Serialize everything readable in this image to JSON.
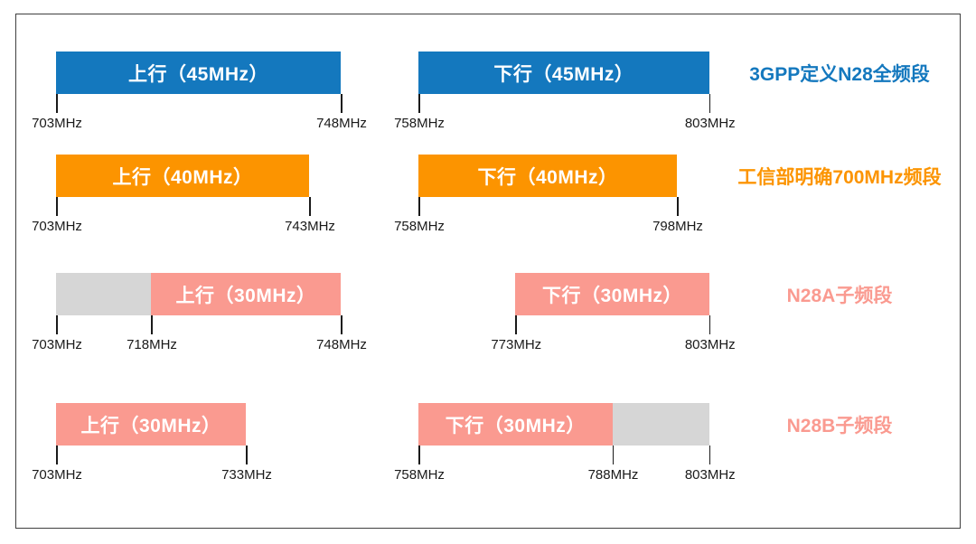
{
  "diagram": {
    "unit_suffix": "MHz",
    "colors": {
      "blue": "#1478BE",
      "orange": "#FC9400",
      "pink": "#FA9A90",
      "gray": "#D6D6D6",
      "tick": "#1A1A1A"
    },
    "rows": [
      {
        "category_label": "3GPP定义N28全频段",
        "category_color": "blue",
        "left": {
          "segments": [
            {
              "label": "上行（45MHz）",
              "from": 703,
              "to": 748,
              "color": "blue"
            }
          ],
          "ticks": [
            {
              "mhz": 703,
              "label": "703MHz"
            },
            {
              "mhz": 748,
              "label": "748MHz"
            }
          ]
        },
        "right": {
          "segments": [
            {
              "label": "下行（45MHz）",
              "from": 758,
              "to": 803,
              "color": "blue"
            }
          ],
          "ticks": [
            {
              "mhz": 758,
              "label": "758MHz"
            },
            {
              "mhz": 803,
              "label": "803MHz"
            }
          ]
        }
      },
      {
        "category_label": "工信部明确700MHz频段",
        "category_color": "orange",
        "left": {
          "segments": [
            {
              "label": "上行（40MHz）",
              "from": 703,
              "to": 743,
              "color": "orange"
            }
          ],
          "ticks": [
            {
              "mhz": 703,
              "label": "703MHz"
            },
            {
              "mhz": 743,
              "label": "743MHz"
            }
          ]
        },
        "right": {
          "segments": [
            {
              "label": "下行（40MHz）",
              "from": 758,
              "to": 798,
              "color": "orange"
            }
          ],
          "ticks": [
            {
              "mhz": 758,
              "label": "758MHz"
            },
            {
              "mhz": 798,
              "label": "798MHz"
            }
          ]
        }
      },
      {
        "category_label": "N28A子频段",
        "category_color": "pink",
        "left": {
          "segments": [
            {
              "label": "",
              "from": 703,
              "to": 718,
              "color": "gray"
            },
            {
              "label": "上行（30MHz）",
              "from": 718,
              "to": 748,
              "color": "pink"
            }
          ],
          "ticks": [
            {
              "mhz": 703,
              "label": "703MHz"
            },
            {
              "mhz": 718,
              "label": "718MHz"
            },
            {
              "mhz": 748,
              "label": "748MHz"
            }
          ]
        },
        "right": {
          "segments": [
            {
              "label": "下行（30MHz）",
              "from": 773,
              "to": 803,
              "color": "pink"
            }
          ],
          "ticks": [
            {
              "mhz": 773,
              "label": "773MHz"
            },
            {
              "mhz": 803,
              "label": "803MHz"
            }
          ]
        }
      },
      {
        "category_label": "N28B子频段",
        "category_color": "pink",
        "left": {
          "segments": [
            {
              "label": "上行（30MHz）",
              "from": 703,
              "to": 733,
              "color": "pink"
            }
          ],
          "ticks": [
            {
              "mhz": 703,
              "label": "703MHz"
            },
            {
              "mhz": 733,
              "label": "733MHz"
            }
          ]
        },
        "right": {
          "segments": [
            {
              "label": "下行（30MHz）",
              "from": 758,
              "to": 788,
              "color": "pink"
            },
            {
              "label": "",
              "from": 788,
              "to": 803,
              "color": "gray"
            }
          ],
          "ticks": [
            {
              "mhz": 758,
              "label": "758MHz"
            },
            {
              "mhz": 788,
              "label": "788MHz"
            },
            {
              "mhz": 803,
              "label": "803MHz"
            }
          ]
        }
      }
    ]
  }
}
